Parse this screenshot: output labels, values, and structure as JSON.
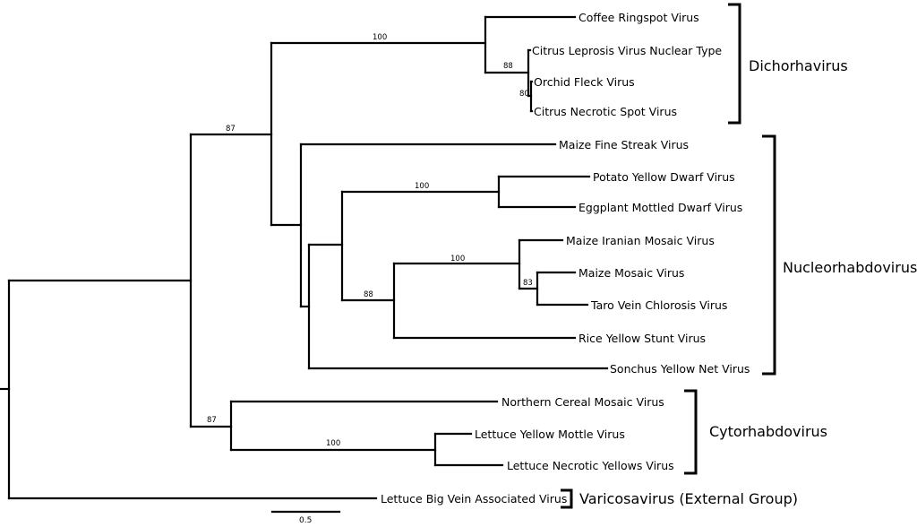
{
  "tree": {
    "leaves": [
      "Coffee Ringspot Virus",
      "Citrus Leprosis Virus Nuclear Type",
      "Orchid Fleck Virus",
      "Citrus Necrotic Spot Virus",
      "Maize Fine Streak Virus",
      "Potato Yellow Dwarf Virus",
      "Eggplant Mottled Dwarf Virus",
      "Maize Iranian Mosaic Virus",
      "Maize Mosaic Virus",
      "Taro Vein Chlorosis Virus",
      "Rice Yellow Stunt Virus",
      "Sonchus Yellow Net Virus",
      "Northern Cereal Mosaic Virus",
      "Lettuce Yellow Mottle Virus",
      "Lettuce Necrotic Yellows Virus",
      "Lettuce Big Vein Associated Virus"
    ],
    "bootstrap": [
      "100",
      "88",
      "80",
      "87",
      "100",
      "88",
      "100",
      "83",
      "87",
      "100"
    ],
    "groups": [
      "Dichorhavirus",
      "Nucleorhabdovirus",
      "Cytorhabdovirus",
      "Varicosavirus (External Group)"
    ],
    "scale_label": "0.5"
  }
}
